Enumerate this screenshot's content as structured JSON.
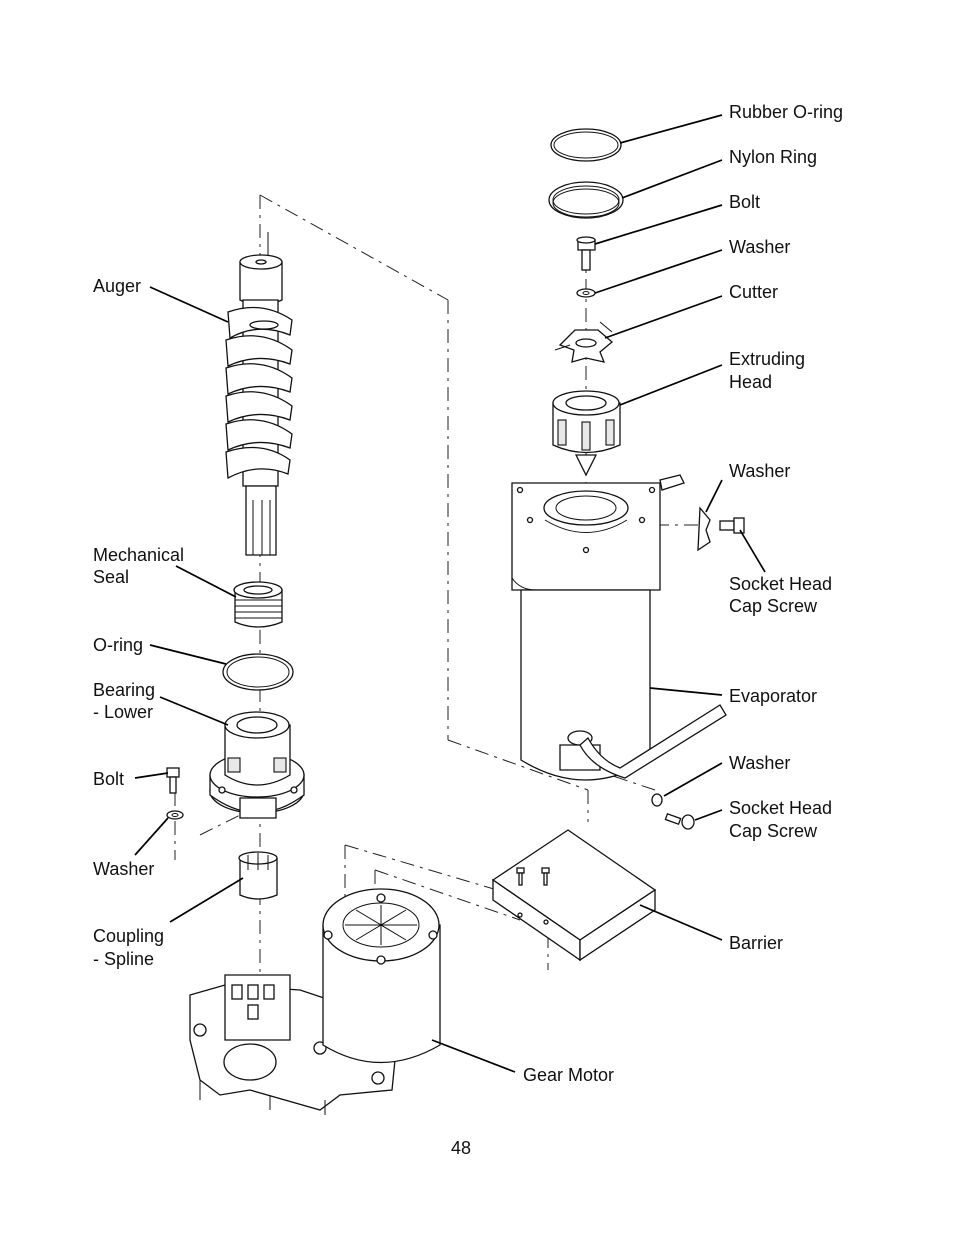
{
  "page_number": "48",
  "labels": {
    "auger": "Auger",
    "mechanical_seal_1": "Mechanical",
    "mechanical_seal_2": "Seal",
    "o_ring": "O-ring",
    "bearing_lower_1": "Bearing",
    "bearing_lower_2": "- Lower",
    "bolt_left": "Bolt",
    "washer_left": "Washer",
    "coupling_spline_1": "Coupling",
    "coupling_spline_2": "- Spline",
    "rubber_o_ring": "Rubber O-ring",
    "nylon_ring": "Nylon Ring",
    "bolt_right": "Bolt",
    "washer_top": "Washer",
    "cutter": "Cutter",
    "extruding_head_1": "Extruding",
    "extruding_head_2": "Head",
    "washer_mid": "Washer",
    "socket_head_cap_screw_mid_1": "Socket Head",
    "socket_head_cap_screw_mid_2": "Cap Screw",
    "evaporator": "Evaporator",
    "washer_lower": "Washer",
    "socket_head_cap_screw_lower_1": "Socket Head",
    "socket_head_cap_screw_lower_2": "Cap Screw",
    "barrier": "Barrier",
    "gear_motor": "Gear Motor"
  }
}
